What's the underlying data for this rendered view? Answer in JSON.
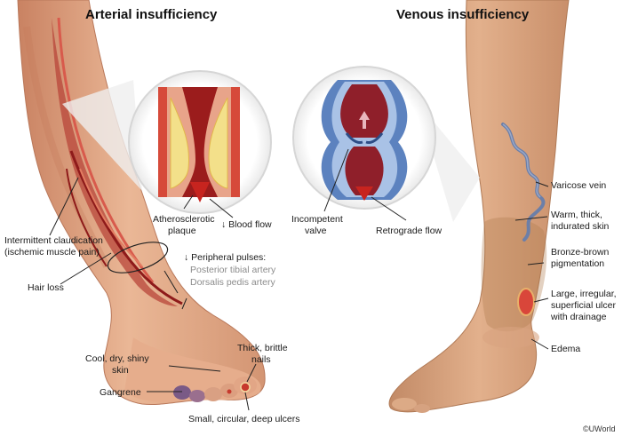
{
  "titles": {
    "arterial": "Arterial insufficiency",
    "venous": "Venous insufficiency"
  },
  "arterial_labels": {
    "atherosclerotic_line1": "Atherosclerotic",
    "atherosclerotic_line2": "plaque",
    "blood_flow": "↓ Blood flow",
    "claudication_line1": "Intermittent claudication",
    "claudication_line2": "(ischemic muscle pain)",
    "hair_loss": "Hair loss",
    "pulses_header": "↓ Peripheral pulses:",
    "posterior_tibial": "Posterior tibial artery",
    "dorsalis_pedis": "Dorsalis pedis artery",
    "skin_line1": "Cool, dry, shiny",
    "skin_line2": "skin",
    "nails_line1": "Thick, brittle",
    "nails_line2": "nails",
    "gangrene": "Gangrene",
    "ulcers": "Small, circular, deep ulcers"
  },
  "venous_labels": {
    "valve_line1": "Incompetent",
    "valve_line2": "valve",
    "retrograde": "Retrograde flow",
    "varicose": "Varicose vein",
    "skin_line1": "Warm, thick,",
    "skin_line2": "indurated skin",
    "pigment_line1": "Bronze-brown",
    "pigment_line2": "pigmentation",
    "ulcer_line1": "Large, irregular,",
    "ulcer_line2": "superficial ulcer",
    "ulcer_line3": "with drainage",
    "edema": "Edema"
  },
  "copyright": "©UWorld",
  "colors": {
    "skin": "#e7b18f",
    "skin_shadow": "#c98262",
    "artery": "#a52323",
    "plaque": "#f3e08a",
    "vein_wall": "#5c82bf",
    "venous_skin": "#d6a17c",
    "pigment": "#b07a4e"
  },
  "icons": [
    "arterial-leg-illustration",
    "artery-cross-section-icon",
    "vein-valve-cross-section-icon",
    "venous-leg-illustration"
  ]
}
